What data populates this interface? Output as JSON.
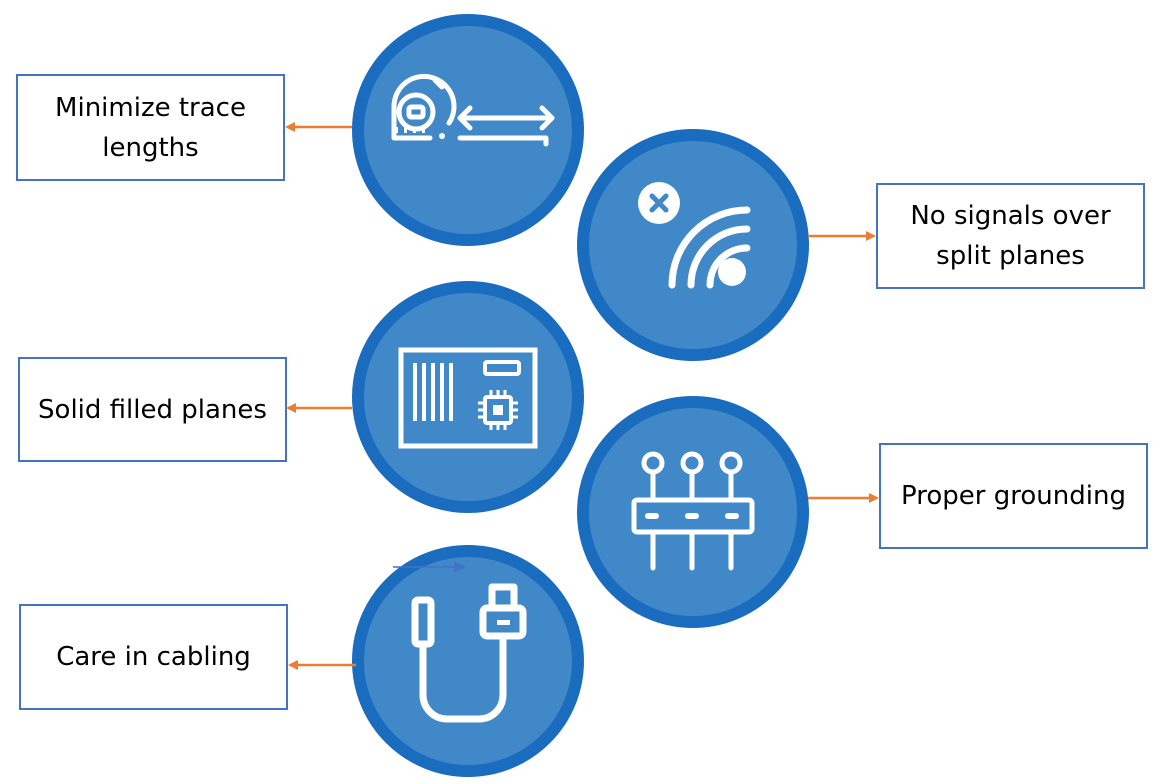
{
  "items": [
    {
      "key": "trace",
      "label": "Minimize trace\nlengths",
      "icon": "measuring-tape-icon"
    },
    {
      "key": "split",
      "label": "No signals over\nsplit planes",
      "icon": "no-signal-icon"
    },
    {
      "key": "solid",
      "label": "Solid filled planes",
      "icon": "circuit-board-icon"
    },
    {
      "key": "ground",
      "label": "Proper grounding",
      "icon": "grounding-connector-icon"
    },
    {
      "key": "cabling",
      "label": "Care in cabling",
      "icon": "cable-icon"
    }
  ],
  "colors": {
    "circle_fill": "#4088c8",
    "circle_ring": "#1a6cbf",
    "box_border": "#4472c4",
    "arrow": "#ed7d31",
    "icon": "#ffffff"
  }
}
